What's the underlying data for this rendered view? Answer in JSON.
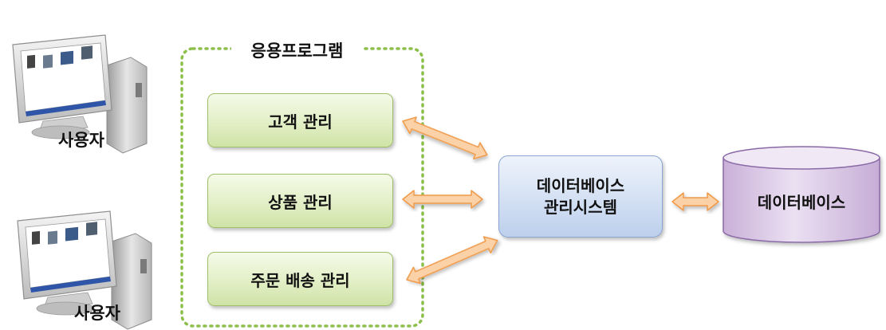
{
  "users": [
    {
      "label": "사용자"
    },
    {
      "label": "사용자"
    }
  ],
  "application": {
    "title": "응용프로그램",
    "modules": [
      {
        "label": "고객 관리"
      },
      {
        "label": "상품 관리"
      },
      {
        "label": "주문 배송 관리"
      }
    ]
  },
  "dbms": {
    "line1": "데이터베이스",
    "line2": "관리시스템"
  },
  "database": {
    "label": "데이터베이스"
  },
  "colors": {
    "app_border": "#8cc04a",
    "module_fill": "#e2efc6",
    "dbms_fill": "#d3e0f3",
    "database_fill": "#dccbe6",
    "arrow_fill": "#fbd2a8",
    "arrow_stroke": "#ef9a48"
  }
}
